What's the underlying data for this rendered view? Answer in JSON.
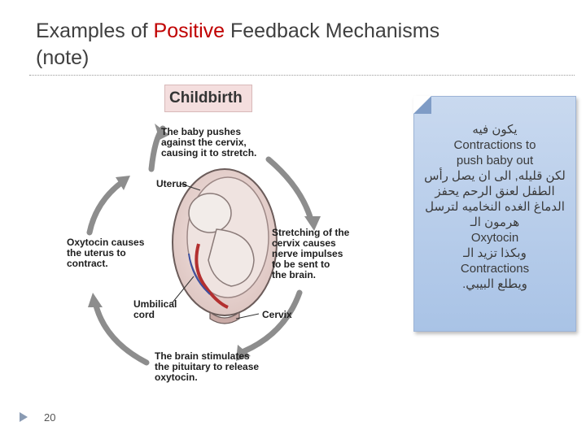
{
  "slide": {
    "title_part1": "Examples of ",
    "title_highlight": "Positive",
    "title_part2": " Feedback Mechanisms",
    "title_line2": "(note)",
    "highlight_color": "#c00000",
    "page_number": "20"
  },
  "diagram": {
    "heading": "Childbirth",
    "labels": {
      "baby_pushes": "The baby pushes\nagainst the cervix,\ncausing it to stretch.",
      "uterus": "Uterus",
      "stretching": "Stretching of the\ncervix causes\nnerve impulses\nto be sent to\nthe brain.",
      "oxytocin": "Oxytocin causes\nthe uterus to\ncontract.",
      "umbilical": "Umbilical\ncord",
      "cervix": "Cervix",
      "brain": "The brain stimulates\nthe pituitary to release\noxytocin."
    }
  },
  "note": {
    "lines": [
      "يكون فيه",
      "Contractions to",
      "push baby out",
      "لكن قليله, الى ان يصل رأس",
      "الطفل لعنق الرحم يحفز",
      "الدماغ الغده النخاميه لترسل",
      "هرمون الـ",
      "Oxytocin",
      "وبكذا تزيد الـ",
      "Contractions",
      "ويطلع البيبي."
    ]
  }
}
